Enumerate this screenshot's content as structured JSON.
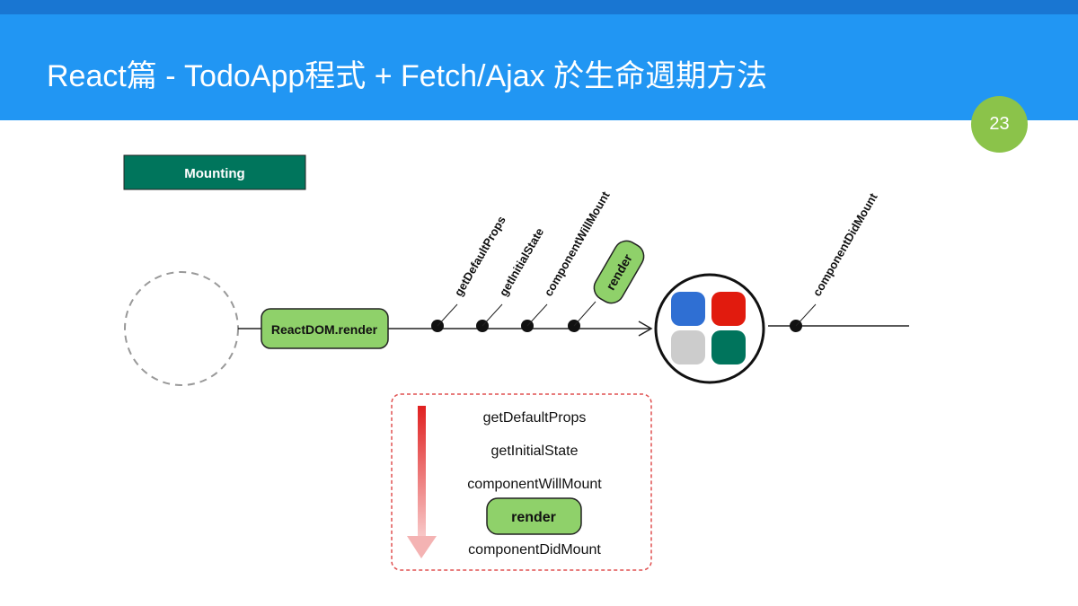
{
  "slide": {
    "title": "React篇 - TodoApp程式 + Fetch/Ajax 於生命週期方法",
    "page_number": "23"
  },
  "diagram": {
    "phase_label": "Mounting",
    "start_node": "ReactDOM.render",
    "timeline": [
      "getDefaultProps",
      "getInitialState",
      "componentWillMount",
      "render",
      "componentDidMount"
    ],
    "order_list": [
      "getDefaultProps",
      "getInitialState",
      "componentWillMount",
      "render",
      "componentDidMount"
    ]
  },
  "colors": {
    "header": "#2196f3",
    "header_strip": "#1976d2",
    "page_badge": "#8bc34a",
    "phase_box": "#00755c",
    "node_green": "#8fd16a",
    "tile_blue": "#2f6fd3",
    "tile_red": "#e11b0e",
    "tile_gray": "#cccccc",
    "tile_green": "#00745c",
    "arrow_red": "#e02020"
  }
}
